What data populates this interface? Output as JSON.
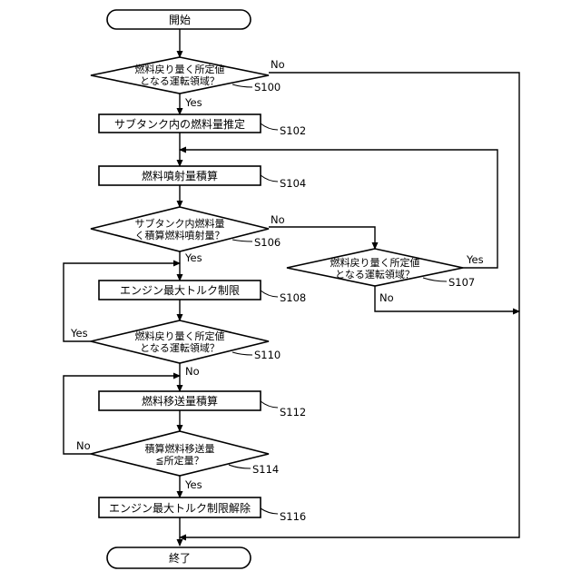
{
  "start": "開始",
  "end": "終了",
  "steps": {
    "s100": {
      "lines": [
        "燃料戻り量く所定値",
        "となる運転領域？"
      ],
      "ref": "S100"
    },
    "s102": {
      "text": "サブタンク内の燃料量推定",
      "ref": "S102"
    },
    "s104": {
      "text": "燃料噴射量積算",
      "ref": "S104"
    },
    "s106": {
      "lines": [
        "サブタンク内燃料量",
        "く積算燃料噴射量？"
      ],
      "ref": "S106"
    },
    "s107": {
      "lines": [
        "燃料戻り量く所定値",
        "となる運転領域？"
      ],
      "ref": "S107"
    },
    "s108": {
      "text": "エンジン最大トルク制限",
      "ref": "S108"
    },
    "s110": {
      "lines": [
        "燃料戻り量く所定値",
        "となる運転領域？"
      ],
      "ref": "S110"
    },
    "s112": {
      "text": "燃料移送量積算",
      "ref": "S112"
    },
    "s114": {
      "lines": [
        "積算燃料移送量",
        "≦所定量？"
      ],
      "ref": "S114"
    },
    "s116": {
      "text": "エンジン最大トルク制限解除",
      "ref": "S116"
    }
  },
  "branches": {
    "s100_yes": "Yes",
    "s100_no": "No",
    "s106_yes": "Yes",
    "s106_no": "No",
    "s107_yes": "Yes",
    "s107_no": "No",
    "s110_yes": "Yes",
    "s110_no": "No",
    "s114_yes": "Yes",
    "s114_no": "No"
  }
}
